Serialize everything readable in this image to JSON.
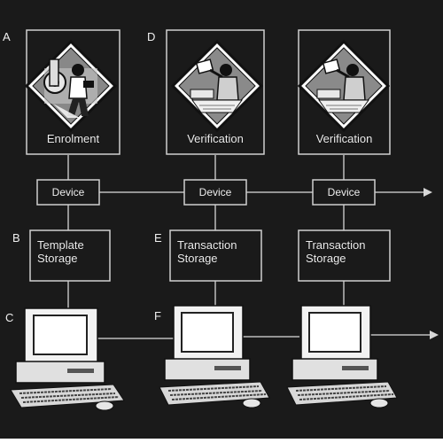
{
  "colors": {
    "background": "#1a1a1a",
    "line": "#bdbdbd",
    "text": "#ededed"
  },
  "columns": [
    {
      "letter_top": "A",
      "panel_label": "Enrolment",
      "icon": "enrollment-person-icon",
      "device_label": "Device",
      "letter_storage": "B",
      "storage_label_line1": "Template",
      "storage_label_line2": "Storage",
      "letter_computer": "C",
      "computer_icon": "desktop-computer-icon"
    },
    {
      "letter_top": "D",
      "panel_label": "Verification",
      "icon": "verification-person-icon",
      "device_label": "Device",
      "letter_storage": "E",
      "storage_label_line1": "Transaction",
      "storage_label_line2": "Storage",
      "letter_computer": "F",
      "computer_icon": "desktop-computer-icon"
    },
    {
      "letter_top": "",
      "panel_label": "Verification",
      "icon": "verification-person-icon",
      "device_label": "Device",
      "letter_storage": "",
      "storage_label_line1": "Transaction",
      "storage_label_line2": "Storage",
      "letter_computer": "",
      "computer_icon": "desktop-computer-icon"
    }
  ]
}
